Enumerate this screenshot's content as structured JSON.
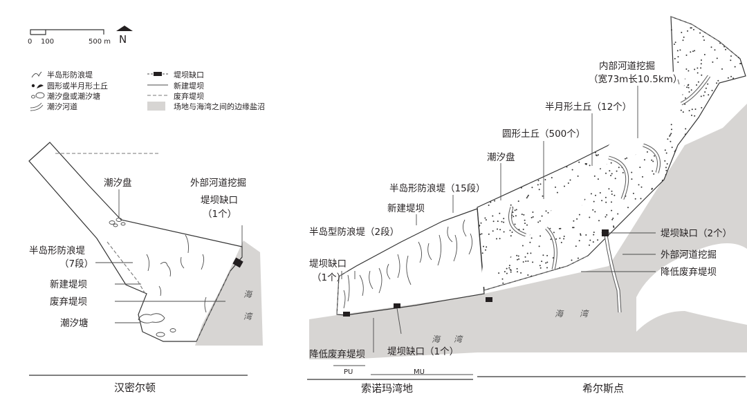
{
  "scale": {
    "zero": "0",
    "mid": "100",
    "end": "500 m",
    "north": "N"
  },
  "legend": {
    "left": [
      "半岛形防浪堤",
      "圆形或半月形土丘",
      "潮汐盘或潮汐塘",
      "潮汐河道"
    ],
    "right": [
      "堤坝缺口",
      "新建堤坝",
      "废弃堤坝",
      "场地与海湾之间的边缘盐沼"
    ]
  },
  "hamilton": {
    "name": "汉密尔顿",
    "labels": {
      "tidal_pan": "潮汐盘",
      "outer_channel": "外部河道挖掘",
      "breach_1": "堤坝缺口",
      "breach_1b": "（1个）",
      "peninsula_1": "半岛形防浪堤",
      "peninsula_1b": "（7段）",
      "new_dike": "新建堤坝",
      "abandoned_dike": "废弃堤坝",
      "tidal_pond": "潮汐塘",
      "bay_1": "海",
      "bay_2": "湾"
    }
  },
  "sonoma": {
    "name": "索诺玛湾地",
    "pu": "PU",
    "mu": "MU",
    "labels": {
      "peninsula_a": "半岛型防浪堤（2段）",
      "breach_a": "堤坝缺口",
      "breach_a2": "（1个）",
      "new_dike": "新建堤坝",
      "peninsula_b": "半岛形防浪堤（15段）",
      "lowered": "降低废弃堤坝",
      "breach_b": "堤坝缺口（1个）",
      "bay_1": "海",
      "bay_2": "湾"
    }
  },
  "hillpoint": {
    "name": "希尔斯点",
    "labels": {
      "inner_channel": "内部河道挖掘",
      "inner_channel_b": "（宽73m长10.5km）",
      "half_mound": "半月形土丘（12个）",
      "round_mound": "圆形土丘（500个）",
      "tidal_pan": "潮汐盘",
      "breach": "堤坝缺口（2个）",
      "outer_channel": "外部河道挖掘",
      "lowered": "降低废弃堤坝",
      "bay_1": "海",
      "bay_2": "湾"
    }
  }
}
